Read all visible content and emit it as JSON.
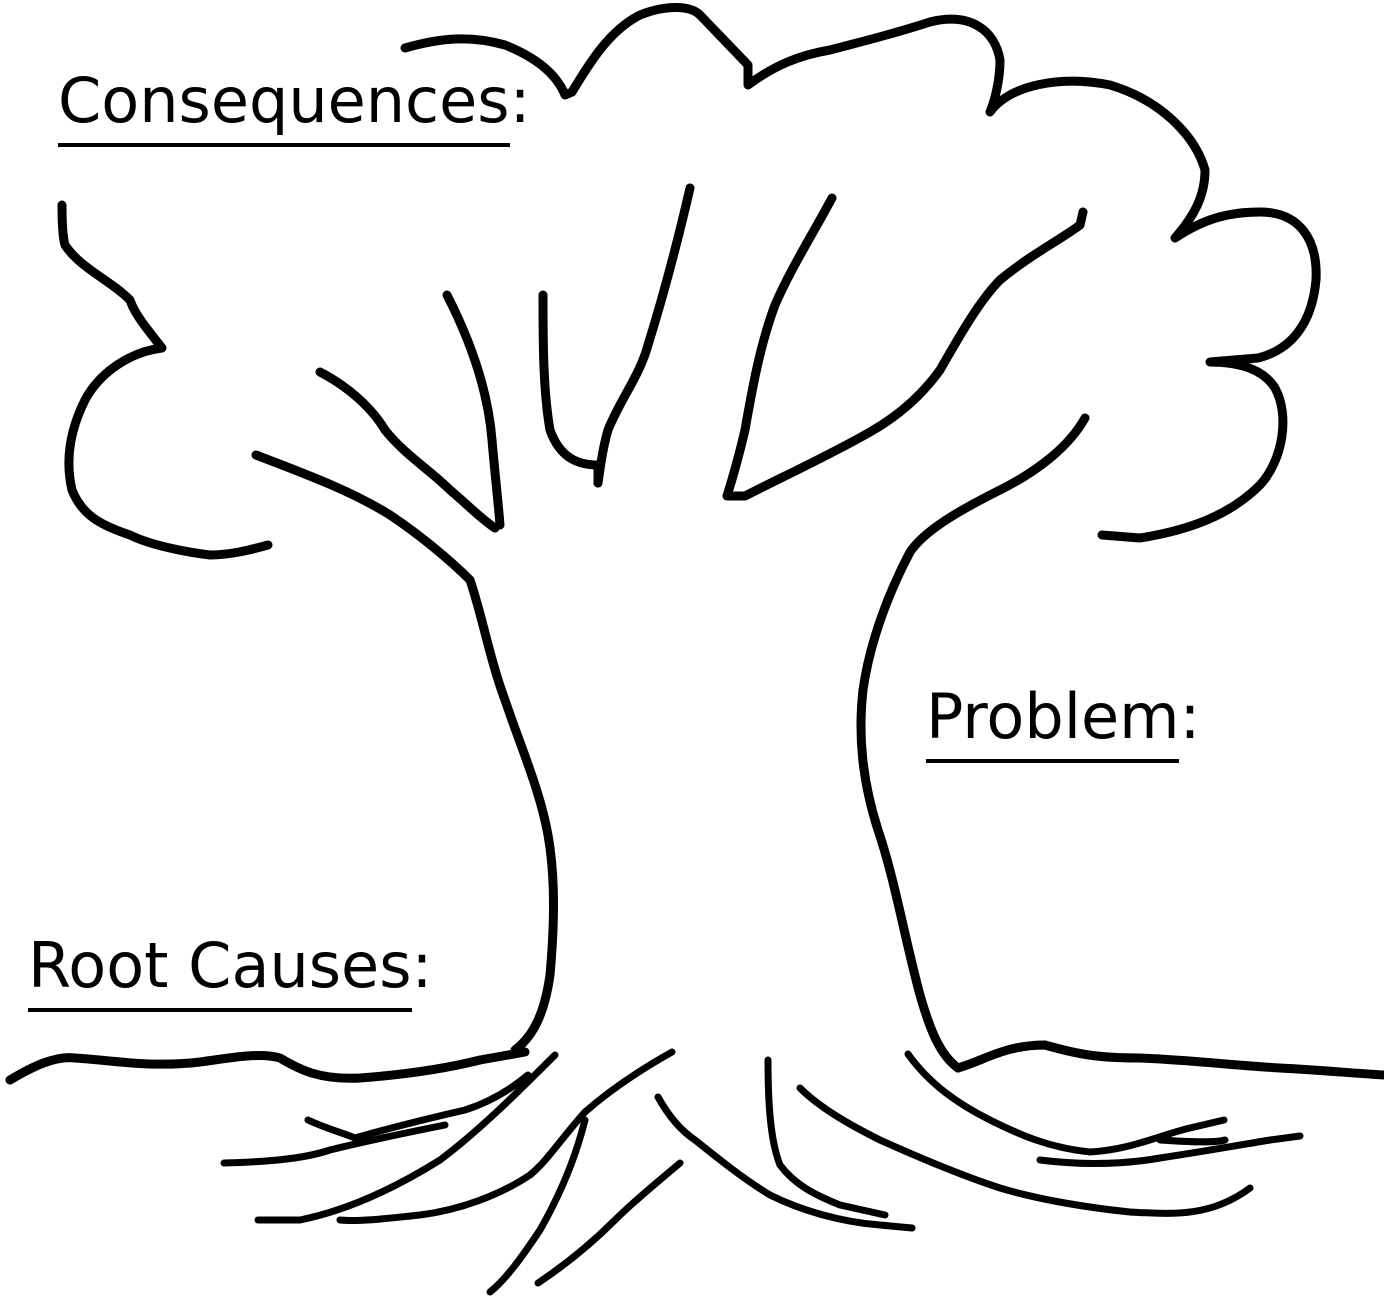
{
  "labels": {
    "consequences": "Consequences",
    "problem": "Problem",
    "root_causes": "Root Causes"
  },
  "punctuation": {
    "colon": ":"
  },
  "colors": {
    "ink": "#000000",
    "background": "#ffffff"
  }
}
